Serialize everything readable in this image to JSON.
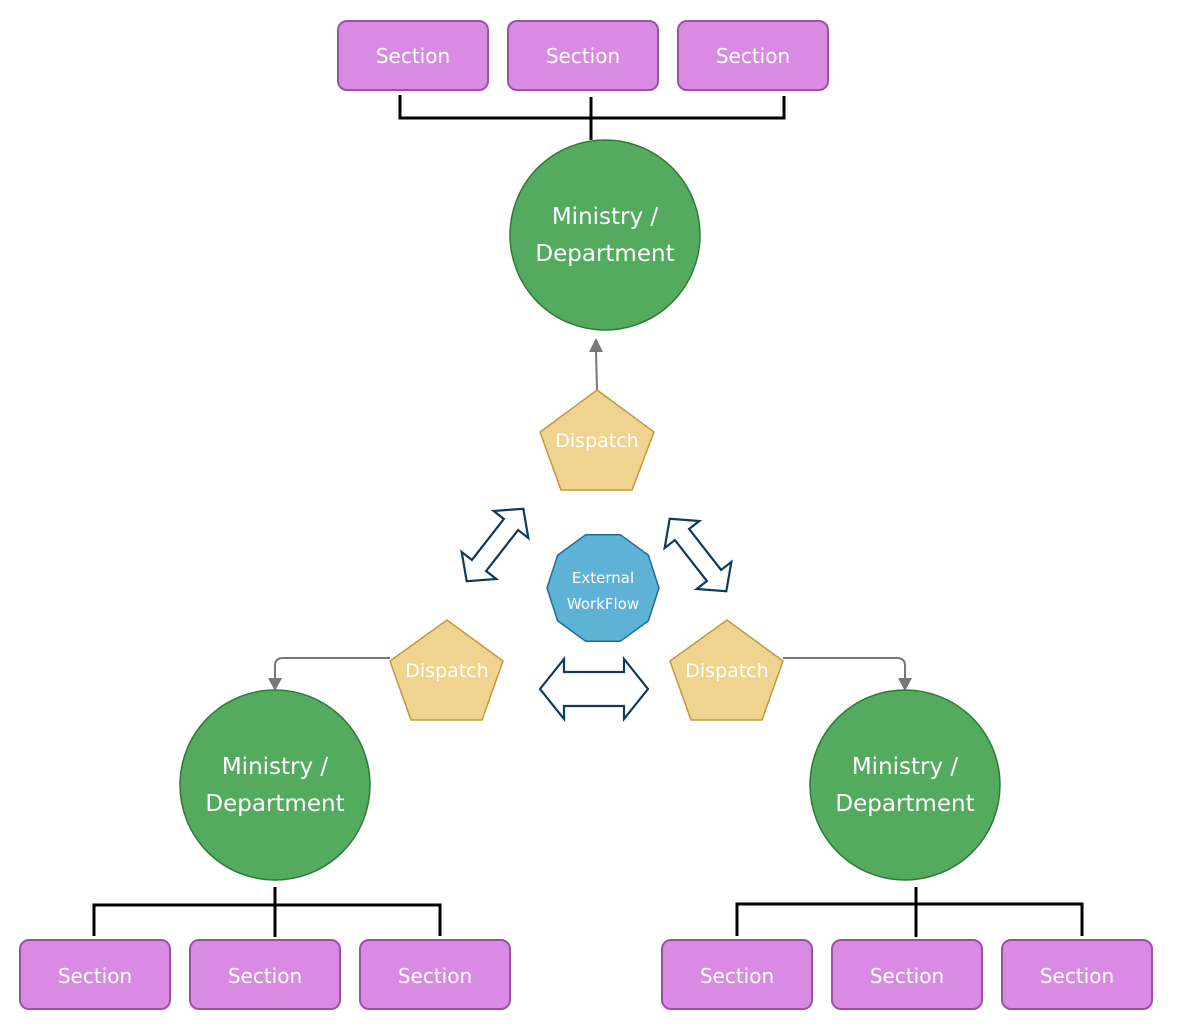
{
  "colors": {
    "section_fill": "#d98be3",
    "section_stroke": "#9b52a3",
    "ministry_fill": "#54aa5f",
    "ministry_stroke": "#2e7a38",
    "dispatch_fill": "#f0d38f",
    "dispatch_stroke": "#c09a3e",
    "external_fill": "#5eb2d6",
    "external_stroke": "#1d6f95",
    "connector": "#000000",
    "flow_arrow": "#777777",
    "exchange_arrow": "#0e3a5c"
  },
  "external": {
    "lines": [
      "External",
      "WorkFlow"
    ]
  },
  "clusters": [
    {
      "id": "top",
      "ministry": {
        "lines": [
          "Ministry /",
          "Department"
        ]
      },
      "dispatch": {
        "label": "Dispatch"
      },
      "sections": [
        {
          "label": "Section"
        },
        {
          "label": "Section"
        },
        {
          "label": "Section"
        }
      ]
    },
    {
      "id": "left",
      "ministry": {
        "lines": [
          "Ministry /",
          "Department"
        ]
      },
      "dispatch": {
        "label": "Dispatch"
      },
      "sections": [
        {
          "label": "Section"
        },
        {
          "label": "Section"
        },
        {
          "label": "Section"
        }
      ]
    },
    {
      "id": "right",
      "ministry": {
        "lines": [
          "Ministry /",
          "Department"
        ]
      },
      "dispatch": {
        "label": "Dispatch"
      },
      "sections": [
        {
          "label": "Section"
        },
        {
          "label": "Section"
        },
        {
          "label": "Section"
        }
      ]
    }
  ],
  "exchanges": [
    {
      "between": [
        "left-dispatch",
        "top-dispatch"
      ],
      "type": "bidirectional"
    },
    {
      "between": [
        "top-dispatch",
        "right-dispatch"
      ],
      "type": "bidirectional"
    },
    {
      "between": [
        "left-dispatch",
        "right-dispatch"
      ],
      "type": "bidirectional"
    }
  ]
}
